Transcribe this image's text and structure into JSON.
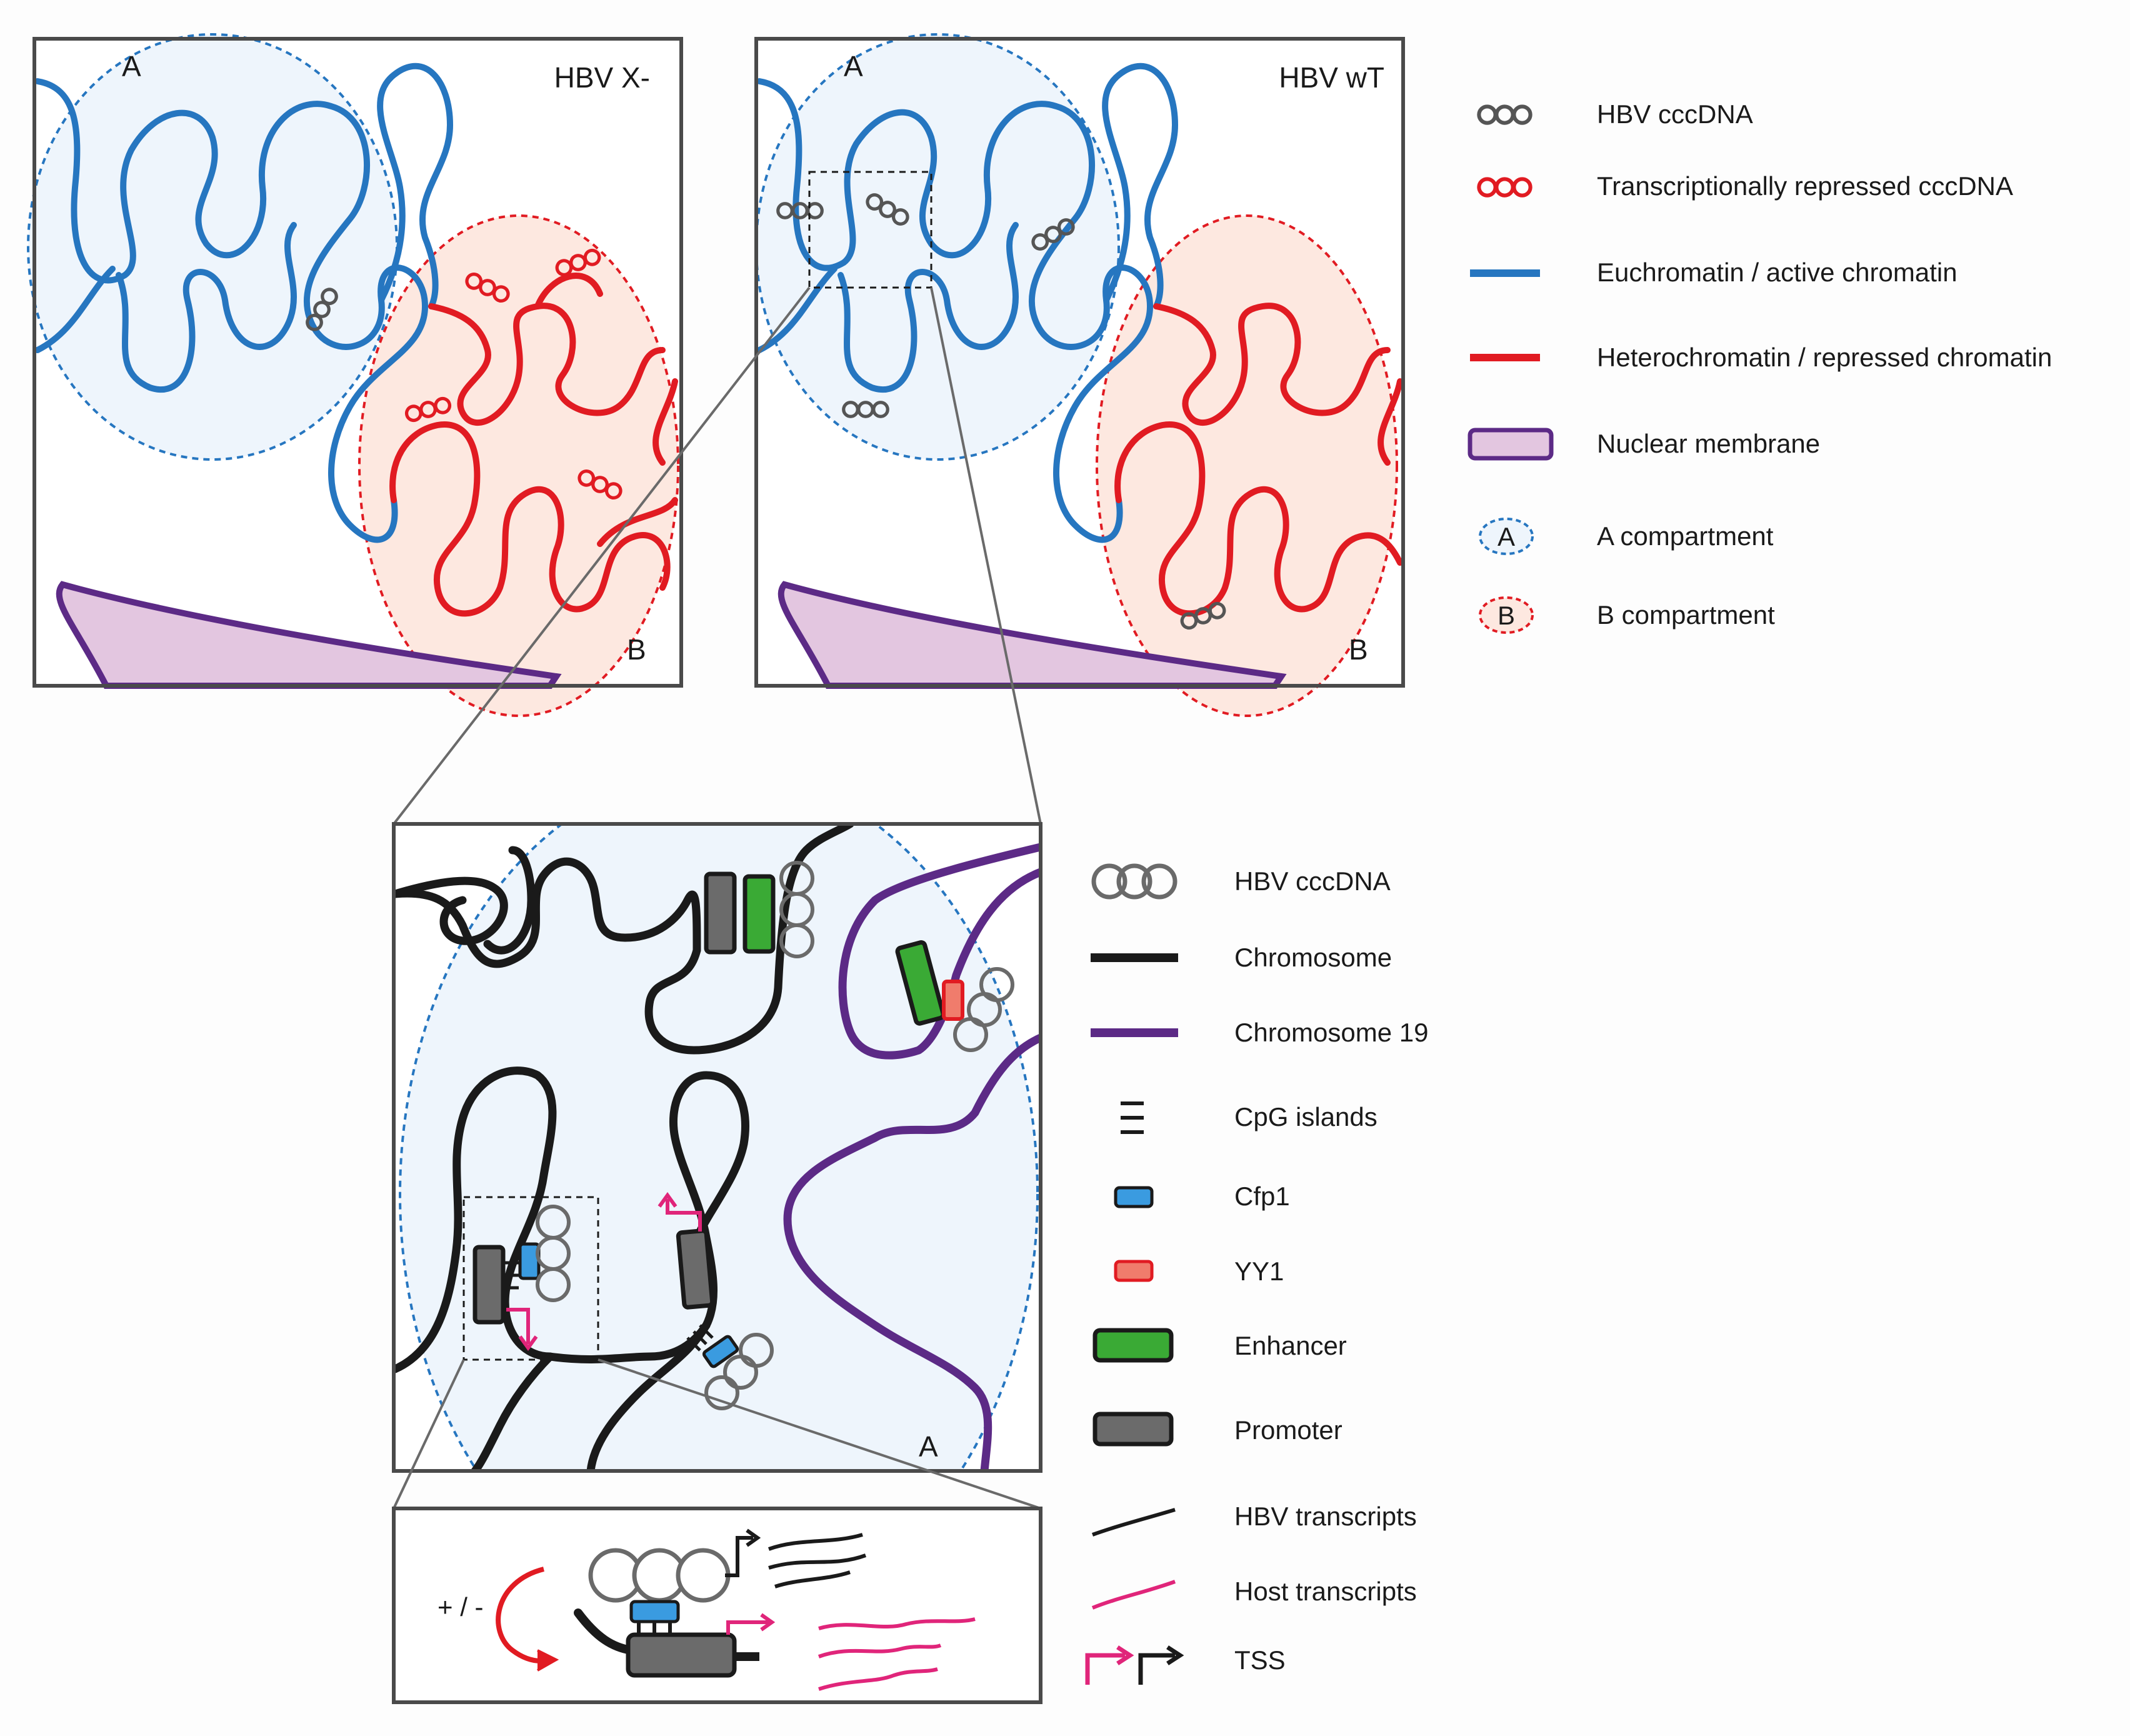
{
  "panels": {
    "left": {
      "title": "HBV X-",
      "a_label": "A",
      "b_label": "B"
    },
    "right": {
      "title": "HBV wT",
      "a_label": "A",
      "b_label": "B"
    },
    "zoom": {
      "a_label": "A",
      "sign_label": "+ / -"
    }
  },
  "legend_top": [
    {
      "icon": "cccdna-icon",
      "label": "HBV cccDNA"
    },
    {
      "icon": "repressed-cccdna-icon",
      "label": "Transcriptionally repressed cccDNA"
    },
    {
      "icon": "euchromatin-line-icon",
      "label": "Euchromatin / active chromatin"
    },
    {
      "icon": "heterochromatin-line-icon",
      "label": "Heterochromatin / repressed chromatin"
    },
    {
      "icon": "nuclear-membrane-icon",
      "label": "Nuclear membrane"
    },
    {
      "icon": "a-compartment-icon",
      "label": "A compartment",
      "glyph": "A"
    },
    {
      "icon": "b-compartment-icon",
      "label": "B compartment",
      "glyph": "B"
    }
  ],
  "legend_bottom": [
    {
      "icon": "cccdna-icon",
      "label": "HBV cccDNA"
    },
    {
      "icon": "chromosome-line-icon",
      "label": "Chromosome"
    },
    {
      "icon": "chromosome-19-line-icon",
      "label": "Chromosome 19"
    },
    {
      "icon": "cpg-islands-icon",
      "label": "CpG islands"
    },
    {
      "icon": "cfp1-icon",
      "label": "Cfp1"
    },
    {
      "icon": "yy1-icon",
      "label": "YY1"
    },
    {
      "icon": "enhancer-icon",
      "label": "Enhancer"
    },
    {
      "icon": "promoter-icon",
      "label": "Promoter"
    },
    {
      "icon": "hbv-transcript-icon",
      "label": "HBV transcripts"
    },
    {
      "icon": "host-transcript-icon",
      "label": "Host transcripts"
    },
    {
      "icon": "tss-icon",
      "label": "TSS"
    }
  ],
  "colors": {
    "euchromatin": "#2676c0",
    "heterochromatin": "#e11b22",
    "membrane_fill": "#e3c6e0",
    "membrane_stroke": "#5c2a86",
    "chromosome19": "#5c2a86",
    "cfp1": "#3a9be0",
    "yy1": "#f07c6c",
    "enhancer": "#3aaa35",
    "promoter": "#6b6b6b",
    "host_transcript": "#e0257a",
    "a_fill": "#eef5fc",
    "b_fill": "#fde8e0"
  }
}
